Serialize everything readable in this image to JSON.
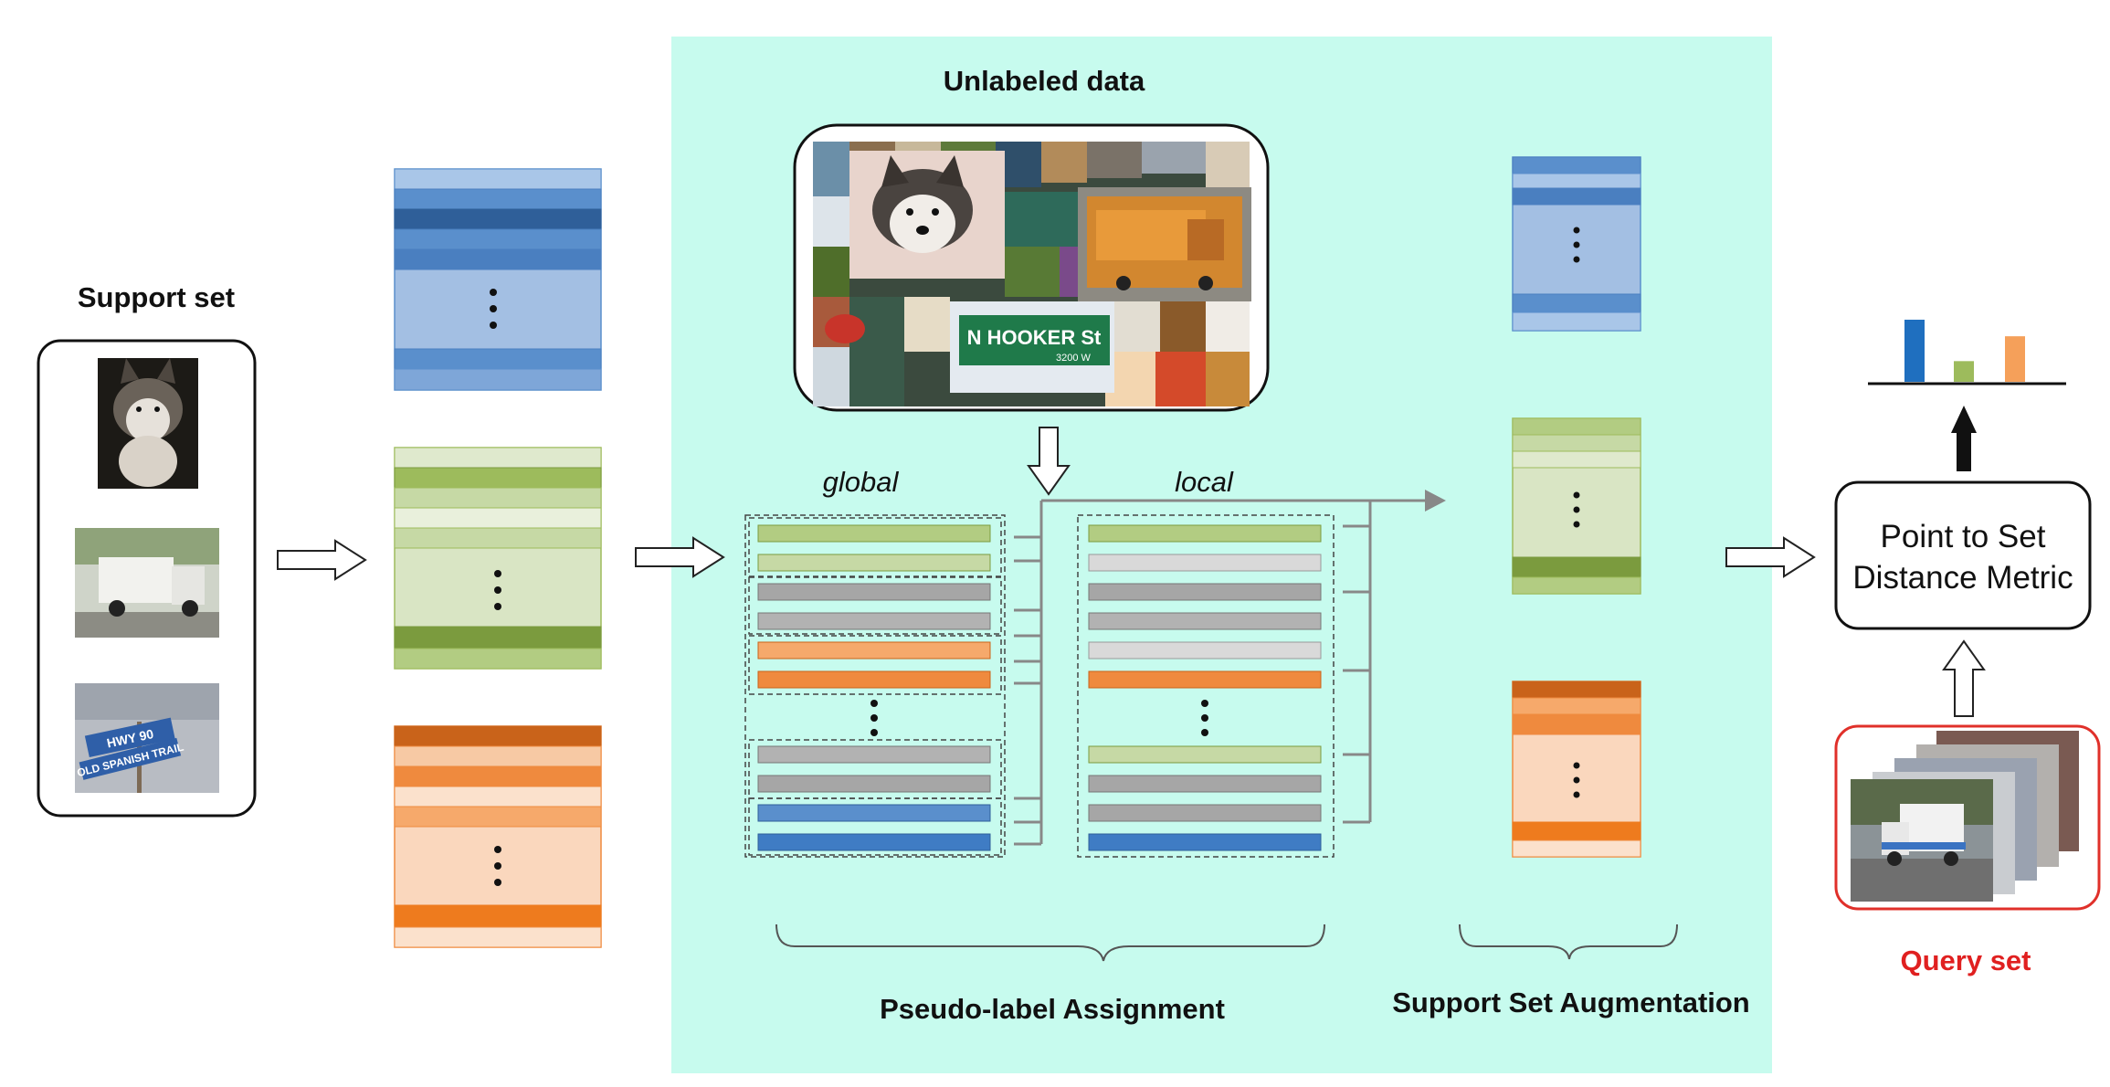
{
  "labels": {
    "support_set": "Support set",
    "unlabeled_data": "Unlabeled data",
    "global": "global",
    "local": "local",
    "pseudo_label_assignment": "Pseudo-label Assignment",
    "support_set_augmentation": "Support Set Augmentation",
    "metric_box": [
      "Point to Set",
      "Distance Metric"
    ],
    "query_set": "Query set"
  },
  "sign_text": {
    "hooker": "N HOOKER St",
    "hooker_sub": "3200 W",
    "hwy": "HWY 90",
    "old_spanish": "OLD SPANISH TRAIL"
  },
  "colors": {
    "panel_bg": "#c7fbee",
    "blue": [
      "#a9c6e8",
      "#5a8fcc",
      "#2f5f99",
      "#4a7fc0",
      "#a3bfe3"
    ],
    "green": [
      "#dfe9cd",
      "#9dbb5c",
      "#c6d9a5",
      "#7b9b3e",
      "#b2cc82"
    ],
    "orange": [
      "#c9631a",
      "#f7c9a4",
      "#ef8a3e",
      "#fbe1cc",
      "#f6a96b",
      "#ee7b1e"
    ],
    "gray": [
      "#a6a6a6",
      "#d9d9d9"
    ],
    "query_border": "#e0302a",
    "histogram": [
      "#1f6fbf",
      "#9dbb5c",
      "#f5a05a"
    ]
  },
  "histogram_values": [
    3,
    1,
    2.2
  ]
}
